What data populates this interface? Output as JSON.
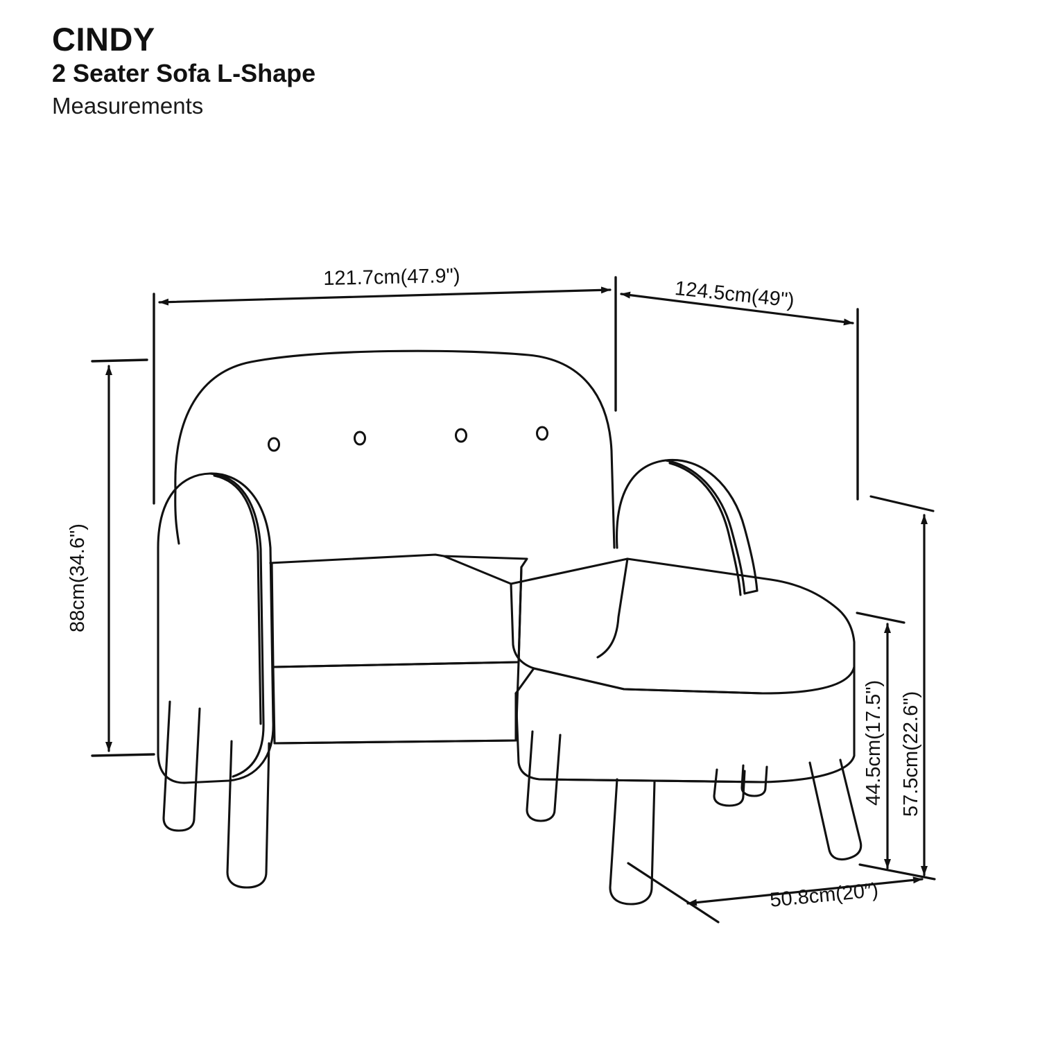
{
  "header": {
    "brand": "CINDY",
    "product": "2 Seater Sofa L-Shape",
    "section": "Measurements"
  },
  "dimensions": {
    "width": {
      "label": "121.7cm(47.9\")",
      "cm": 121.7,
      "inch": 47.9,
      "axis": "width"
    },
    "depth": {
      "label": "124.5cm(49\")",
      "cm": 124.5,
      "inch": 49.0,
      "axis": "depth"
    },
    "height": {
      "label": "88cm(34.6\")",
      "cm": 88.0,
      "inch": 34.6,
      "axis": "height"
    },
    "seat_height": {
      "label": "44.5cm(17.5\")",
      "cm": 44.5,
      "inch": 17.5,
      "axis": "seat-height"
    },
    "arm_height": {
      "label": "57.5cm(22.6\")",
      "cm": 57.5,
      "inch": 22.6,
      "axis": "arm-height"
    },
    "seat_width": {
      "label": "50.8cm(20″)",
      "cm": 50.8,
      "inch": 20.0,
      "axis": "chaise-width"
    }
  },
  "drawing": {
    "style": "line-art-technical-illustration",
    "stroke_color": "#111111",
    "fill_color": "#ffffff",
    "backrest_buttons": 4,
    "legs": 6
  }
}
